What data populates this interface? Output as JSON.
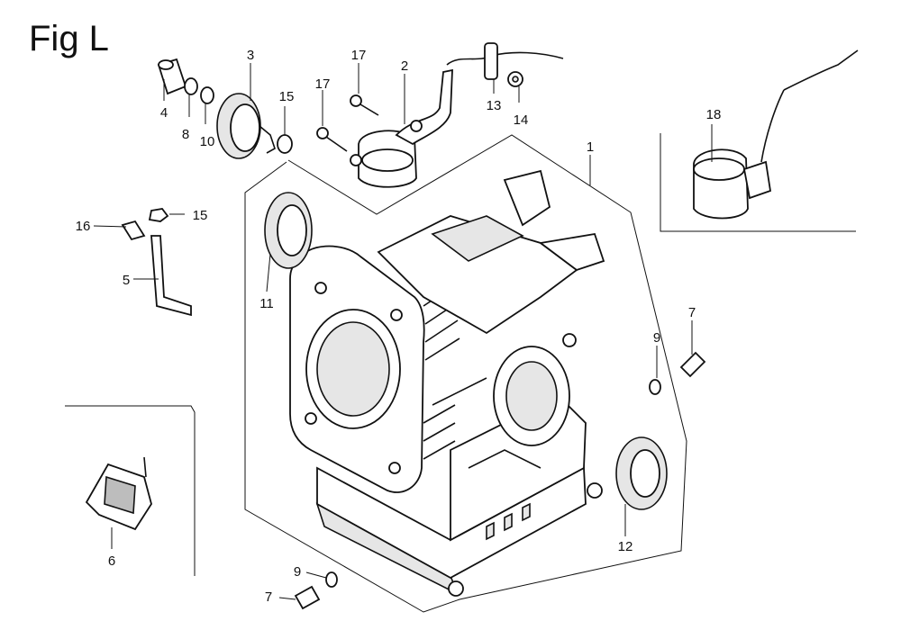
{
  "figure": {
    "title": "Fig L"
  },
  "callouts": {
    "c1": "1",
    "c2": "2",
    "c3": "3",
    "c4": "4",
    "c5": "5",
    "c6": "6",
    "c7a": "7",
    "c7b": "7",
    "c8": "8",
    "c9a": "9",
    "c9b": "9",
    "c10": "10",
    "c11": "11",
    "c12": "12",
    "c13": "13",
    "c14": "14",
    "c15a": "15",
    "c15b": "15",
    "c16": "16",
    "c17a": "17",
    "c17b": "17",
    "c18": "18"
  }
}
